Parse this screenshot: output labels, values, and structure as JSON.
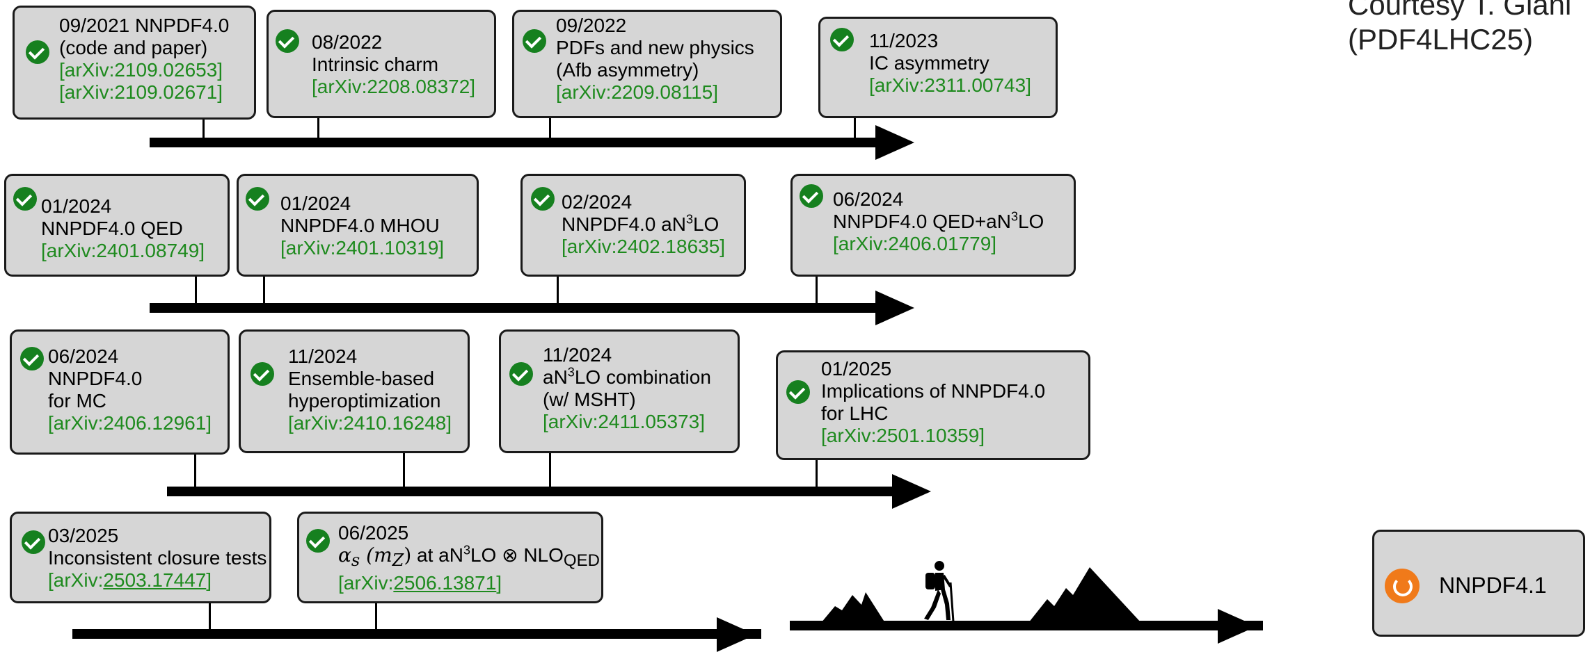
{
  "courtesy": {
    "line1": "Courtesy T. Giani",
    "line2": "(PDF4LHC25)"
  },
  "row1": [
    {
      "date": "09/2021 NNPDF4.0",
      "line2": "(code and paper)",
      "ref1": "[arXiv:2109.02653]",
      "ref2": "[arXiv:2109.02671]"
    },
    {
      "date": "08/2022",
      "title": "Intrinsic charm",
      "ref": "[arXiv:2208.08372]"
    },
    {
      "date": "09/2022",
      "line2": "PDFs and new physics",
      "line3": "(Afb asymmetry)",
      "ref": "[arXiv:2209.08115]"
    },
    {
      "date": "11/2023",
      "title": "IC asymmetry",
      "ref": "[arXiv:2311.00743]"
    }
  ],
  "row2": [
    {
      "date": "01/2024",
      "title": "NNPDF4.0 QED",
      "ref": "[arXiv:2401.08749]"
    },
    {
      "date": "01/2024",
      "title": "NNPDF4.0 MHOU",
      "ref": "[arXiv:2401.10319]"
    },
    {
      "date": "02/2024",
      "title_pre": "NNPDF4.0 aN",
      "title_sup": "3",
      "title_post": "LO",
      "ref": "[arXiv:2402.18635]"
    },
    {
      "date": "06/2024",
      "title_pre": "NNPDF4.0 QED+aN",
      "title_sup": "3",
      "title_post": "LO",
      "ref": "[arXiv:2406.01779]"
    }
  ],
  "row3": [
    {
      "date": "06/2024",
      "line2": "NNPDF4.0",
      "line3": "for MC",
      "ref": "[arXiv:2406.12961]"
    },
    {
      "date": "11/2024",
      "line2": "Ensemble-based",
      "line3": "hyperoptimization",
      "ref": "[arXiv:2410.16248]"
    },
    {
      "date": "11/2024",
      "line2_pre": "aN",
      "line2_sup": "3",
      "line2_post": "LO combination",
      "line3": "(w/ MSHT)",
      "ref": "[arXiv:2411.05373]"
    },
    {
      "date": "01/2025",
      "line2": "Implications of NNPDF4.0",
      "line3": "for LHC",
      "ref": "[arXiv:2501.10359]"
    }
  ],
  "row4": [
    {
      "date": "03/2025",
      "title": "Inconsistent closure tests",
      "ref_pre": "[arXiv:",
      "ref_num": "2503.17447",
      "ref_post": "]"
    },
    {
      "date": "06/2025",
      "alpha": "α",
      "alpha_sub": "s",
      "mz_open": " (m",
      "mz_sub": "Z",
      "mz_close": ")",
      "at": " at aN",
      "at_sup": "3",
      "at_post": "LO ⊗ NLO",
      "qed": "QED",
      "ref_pre": "[arXiv:",
      "ref_num": "2506.13871",
      "ref_post": "]"
    }
  ],
  "final": {
    "label": "NNPDF4.1",
    "icon": "refresh-icon",
    "icon_color": "#f07a1a"
  },
  "colors": {
    "box_fill": "#d6d6d6",
    "check": "#16801f",
    "link": "#1e8a1e"
  }
}
